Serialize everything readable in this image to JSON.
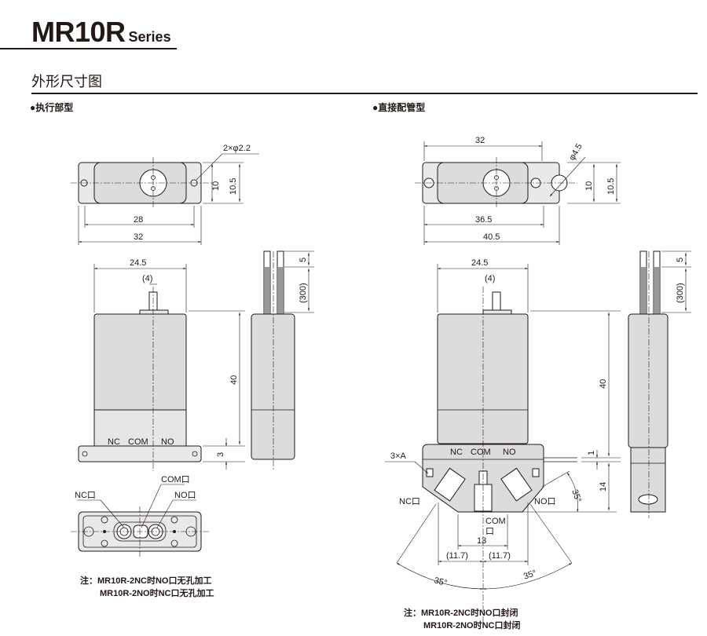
{
  "header": {
    "model": "MR10R",
    "series": "Series"
  },
  "section_title": "外形尺寸图",
  "left_view": {
    "heading": "●执行部型",
    "hole_label": "2×φ2.2",
    "dims": {
      "w28": "28",
      "w32": "32",
      "h10": "10",
      "h10_5": "10.5",
      "w24_5": "24.5",
      "stem4": "(4)",
      "h40": "40",
      "h3": "3",
      "h5": "5",
      "lead300": "(300)"
    },
    "port_labels": {
      "nc": "NC",
      "com": "COM",
      "no": "NO"
    },
    "bottom_labels": {
      "nc": "NC口",
      "com": "COM口",
      "no": "NO口"
    },
    "note_prefix": "注：",
    "notes": [
      "MR10R-2NC时NO口无孔加工",
      "MR10R-2NO时NC口无孔加工"
    ]
  },
  "right_view": {
    "heading": "●直接配管型",
    "dims": {
      "w32": "32",
      "phi4_5": "φ4.5",
      "h10": "10",
      "h10_5": "10.5",
      "w36_5": "36.5",
      "w40_5": "40.5",
      "w24_5": "24.5",
      "stem4": "(4)",
      "h40": "40",
      "h1": "1",
      "h14": "14",
      "w13": "13",
      "w11_7a": "(11.7)",
      "w11_7b": "(11.7)",
      "angle_left": "35°",
      "angle_right": "35°",
      "angle_side": "35°",
      "h5": "5",
      "lead300": "(300)"
    },
    "port_labels": {
      "nc": "NC",
      "com": "COM",
      "no": "NO"
    },
    "callout_a": "3×A",
    "ports": {
      "nc": "NC口",
      "no": "NO口",
      "com_line1": "COM",
      "com_line2": "口"
    },
    "note_prefix": "注：",
    "notes": [
      "MR10R-2NC时NO口封闭",
      "MR10R-2NO时NC口封闭"
    ]
  }
}
